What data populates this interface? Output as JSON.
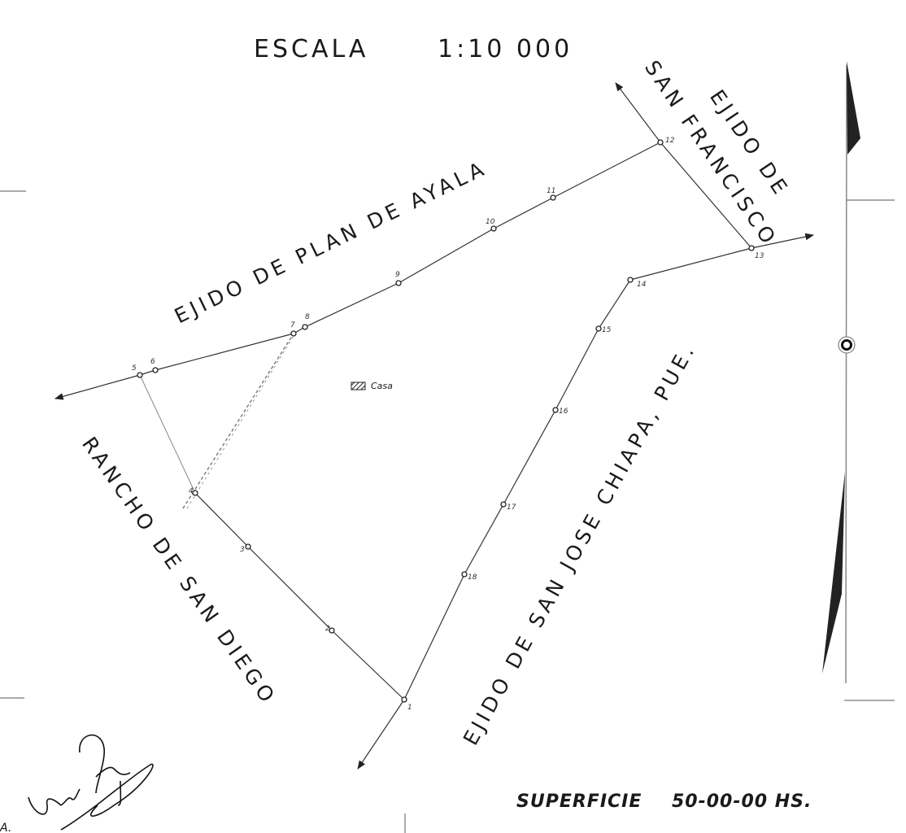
{
  "map": {
    "scale_label": "ESCALA",
    "scale_value": "1:10 000",
    "neighbors": {
      "north": "EJIDO DE PLAN DE AYALA",
      "northeast_line1": "EJIDO DE",
      "northeast_line2": "SAN FRANCISCO",
      "west": "RANCHO DE SAN DIEGO",
      "east": "EJIDO DE SAN JOSE CHIAPA, PUE."
    },
    "building_label": "Casa",
    "area_label": "SUPERFICIE",
    "area_value": "50-00-00 HS.",
    "stations": [
      "1",
      "2",
      "3",
      "4",
      "5",
      "6",
      "7",
      "8",
      "9",
      "10",
      "11",
      "12",
      "13",
      "14",
      "15",
      "16",
      "17",
      "18"
    ],
    "signature": "Jesús Reyes",
    "signature_prefix": "A.",
    "north_arrow_icon": "north-arrow-icon",
    "ink_color": "#1a1a1a"
  }
}
